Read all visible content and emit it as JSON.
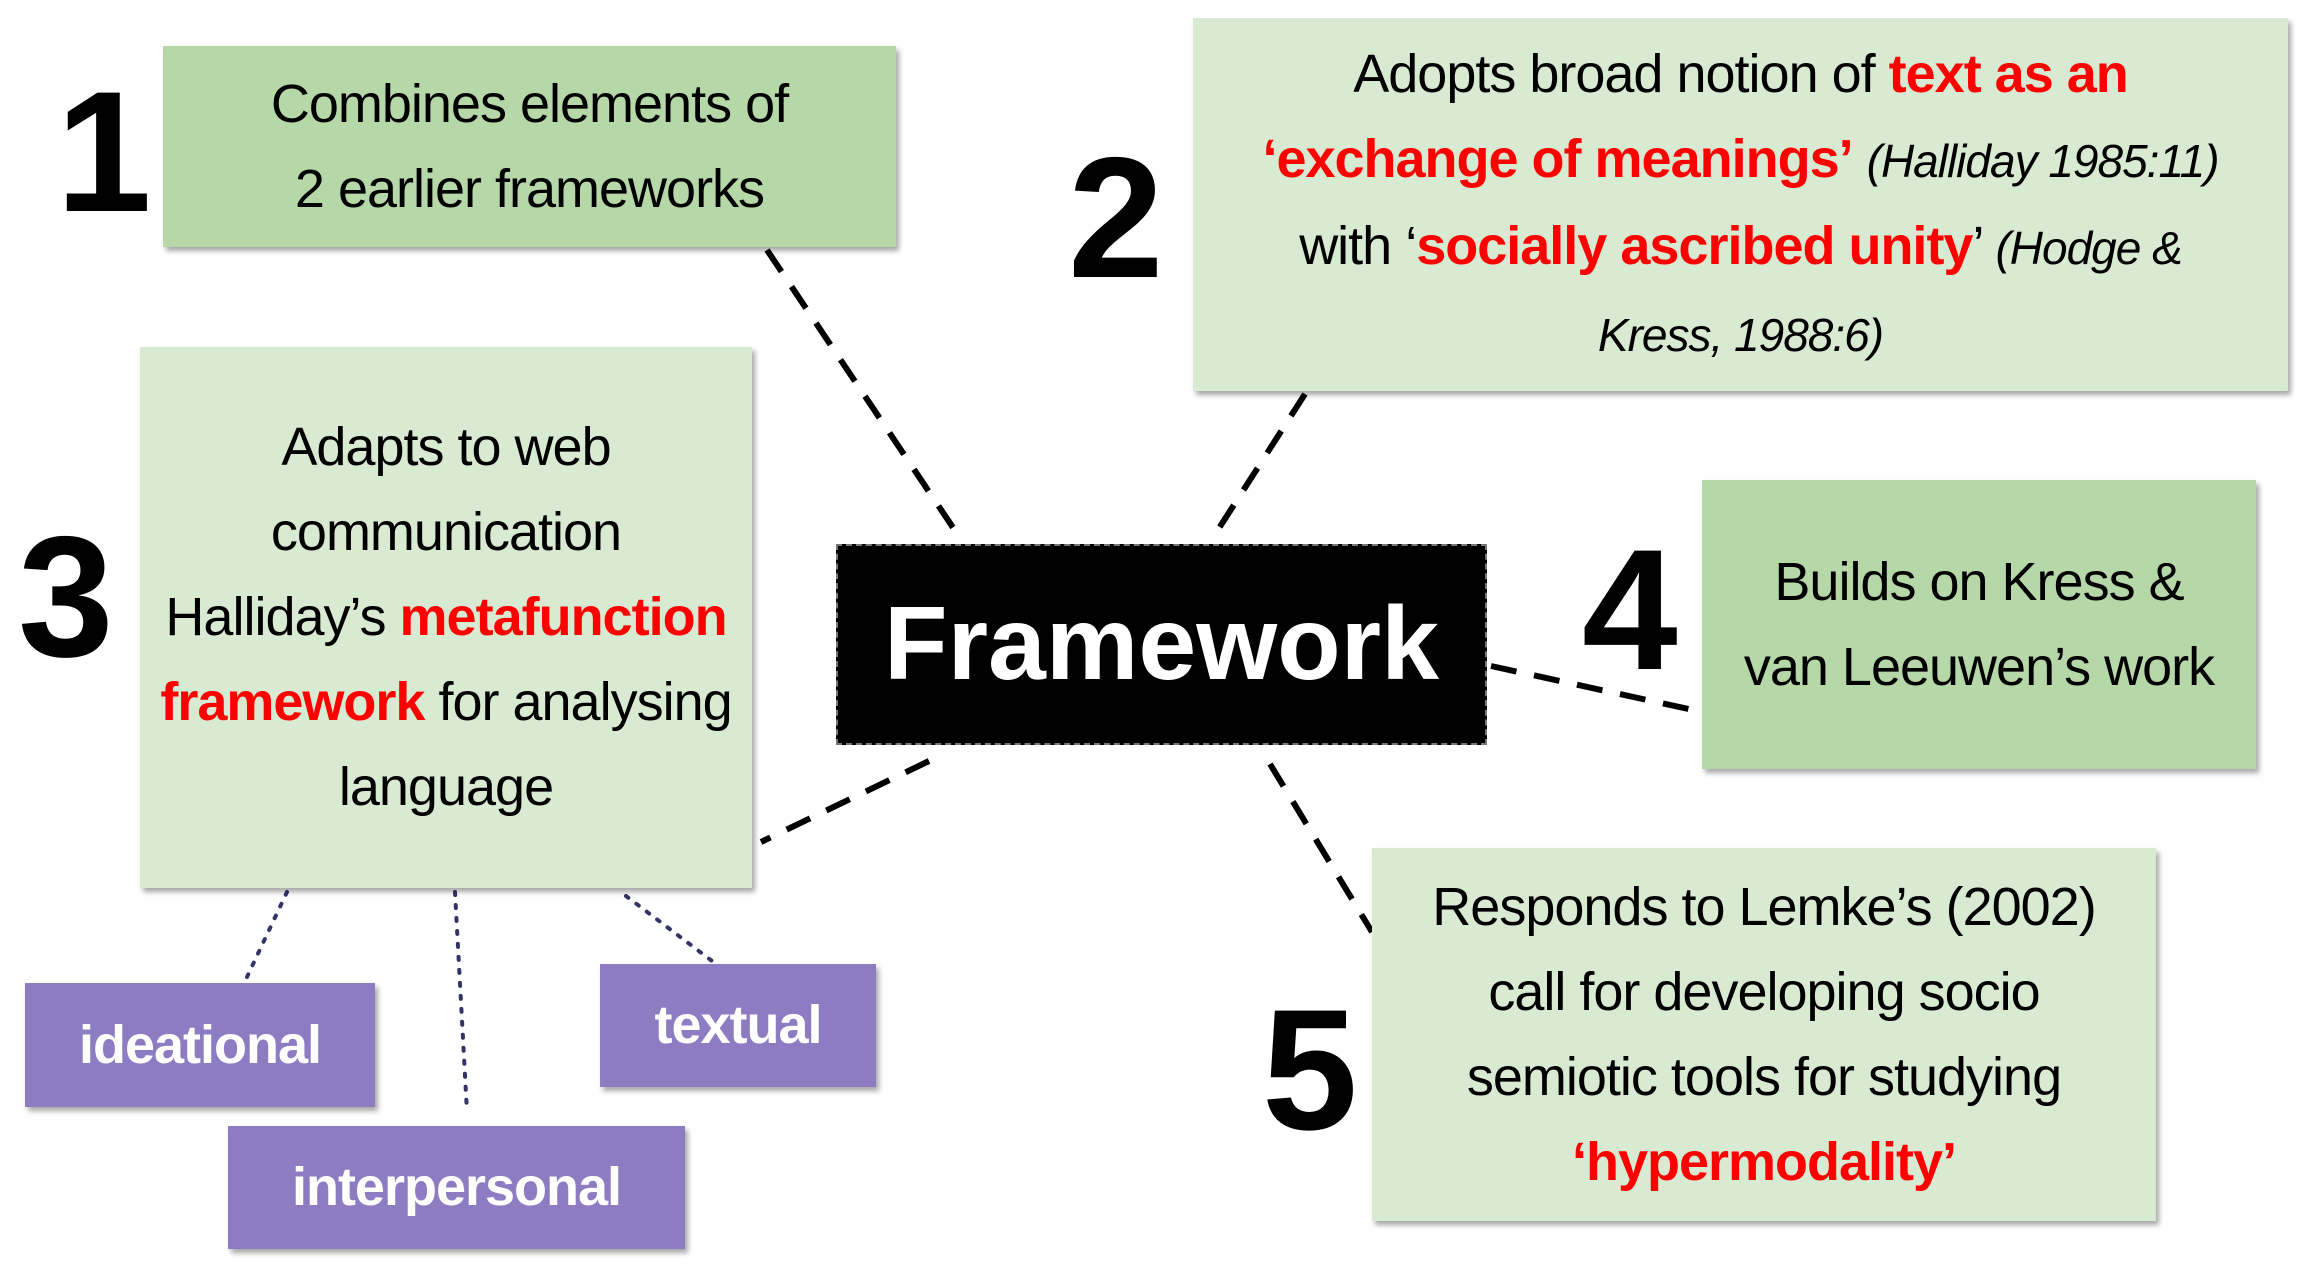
{
  "center": {
    "label": "Framework"
  },
  "points": [
    {
      "number": "1",
      "lines": [
        "Combines elements of",
        "2 earlier frameworks"
      ]
    },
    {
      "number": "2",
      "p1": "Adopts broad notion of ",
      "r1": "text as an",
      "r2": "‘exchange of meanings’",
      "c1": "(Halliday 1985:11)",
      "p2": " with ‘",
      "r3": "socially ascribed unity",
      "p3": "’ ",
      "c2": "(Hodge & Kress, 1988:6)"
    },
    {
      "number": "3",
      "p1": "Adapts to web communication Halliday’s",
      "r1": "metafunction framework",
      "p2": " for analysing language"
    },
    {
      "number": "4",
      "text": "Builds on Kress & van Leeuwen’s work"
    },
    {
      "number": "5",
      "p1": "Responds to Lemke’s (2002) call for developing socio semiotic tools for studying ",
      "r1": "‘hypermodality’"
    }
  ],
  "metafunctions": [
    "ideational",
    "interpersonal",
    "textual"
  ],
  "colors": {
    "light_green": "#d9ead3",
    "dark_green": "#b6d7a8",
    "purple": "#8e7cc3",
    "highlight": "#ff0000"
  }
}
